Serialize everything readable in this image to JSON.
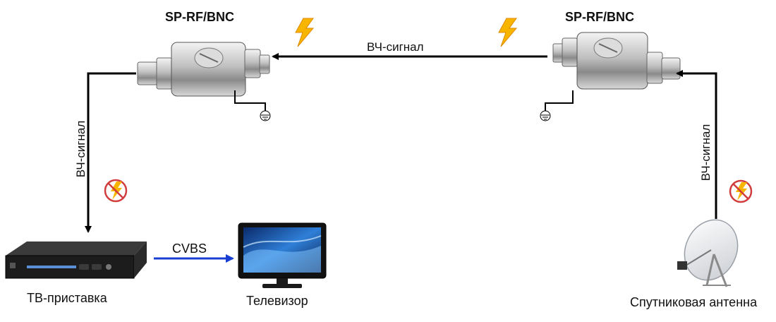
{
  "protectors": [
    {
      "title": "SP-RF/BNC"
    },
    {
      "title": "SP-RF/BNC"
    }
  ],
  "signals": {
    "rf_top": "ВЧ-сигнал",
    "rf_left": "ВЧ-сигнал",
    "rf_right": "ВЧ-сигнал",
    "cvbs": "CVBS"
  },
  "devices": {
    "stb": "ТВ-приставка",
    "tv": "Телевизор",
    "antenna": "Спутниковая антенна"
  },
  "colors": {
    "arrow_rf": "#000000",
    "arrow_cvbs": "#1a3fd0",
    "lightning": "#f7b500",
    "no_surge": "#d23c3c"
  },
  "icons": [
    "lightning-icon",
    "no-lightning-icon",
    "ground-icon"
  ]
}
